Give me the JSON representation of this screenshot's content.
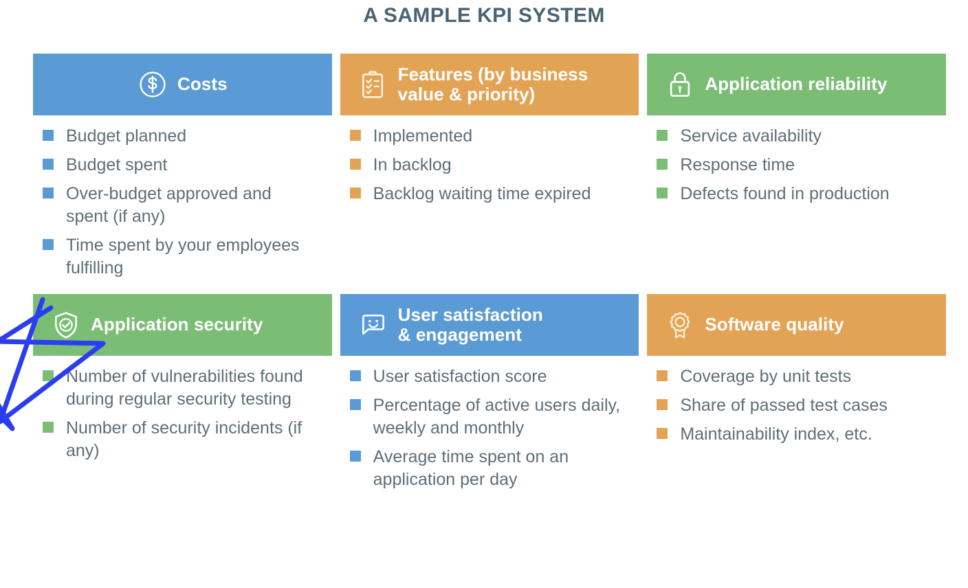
{
  "title": "A SAMPLE KPI SYSTEM",
  "colors": {
    "blue": "#5b9bd5",
    "orange": "#e3a355",
    "green": "#7cbd76",
    "title_text": "#4a6373",
    "body_text": "#5d6e79",
    "background": "#ffffff",
    "annotation": "#2b3df0"
  },
  "annotation": {
    "name": "blue-star-scribble",
    "shape": "hand-drawn star"
  },
  "cards": [
    {
      "id": "costs",
      "title": "Costs",
      "icon": "dollar-circle-icon",
      "theme": "blue",
      "title_centered": true,
      "items": [
        "Budget planned",
        "Budget spent",
        "Over-budget approved and spent (if any)",
        "Time spent by your employees fulfilling"
      ]
    },
    {
      "id": "features",
      "title": "Features (by business\nvalue & priority)",
      "icon": "clipboard-checklist-icon",
      "theme": "orange",
      "title_centered": false,
      "items": [
        "Implemented",
        "In backlog",
        "Backlog waiting time expired"
      ]
    },
    {
      "id": "application-reliability",
      "title": "Application reliability",
      "icon": "padlock-icon",
      "theme": "green",
      "title_centered": false,
      "items": [
        "Service availability",
        "Response time",
        "Defects found in production"
      ]
    },
    {
      "id": "application-security",
      "title": "Application security",
      "icon": "shield-check-icon",
      "theme": "green",
      "title_centered": false,
      "items": [
        "Number of vulnerabilities found during regular security testing",
        "Number of security incidents (if any)"
      ]
    },
    {
      "id": "user-satisfaction",
      "title": "User satisfaction\n& engagement",
      "icon": "smiley-speech-bubble-icon",
      "theme": "blue",
      "title_centered": false,
      "items": [
        "User satisfaction score",
        "Percentage of active users daily, weekly and monthly",
        "Average time spent on an application per day"
      ]
    },
    {
      "id": "software-quality",
      "title": "Software quality",
      "icon": "award-ribbon-icon",
      "theme": "orange",
      "title_centered": false,
      "items": [
        "Coverage by unit tests",
        "Share of passed test cases",
        "Maintainability index, etc."
      ]
    }
  ]
}
